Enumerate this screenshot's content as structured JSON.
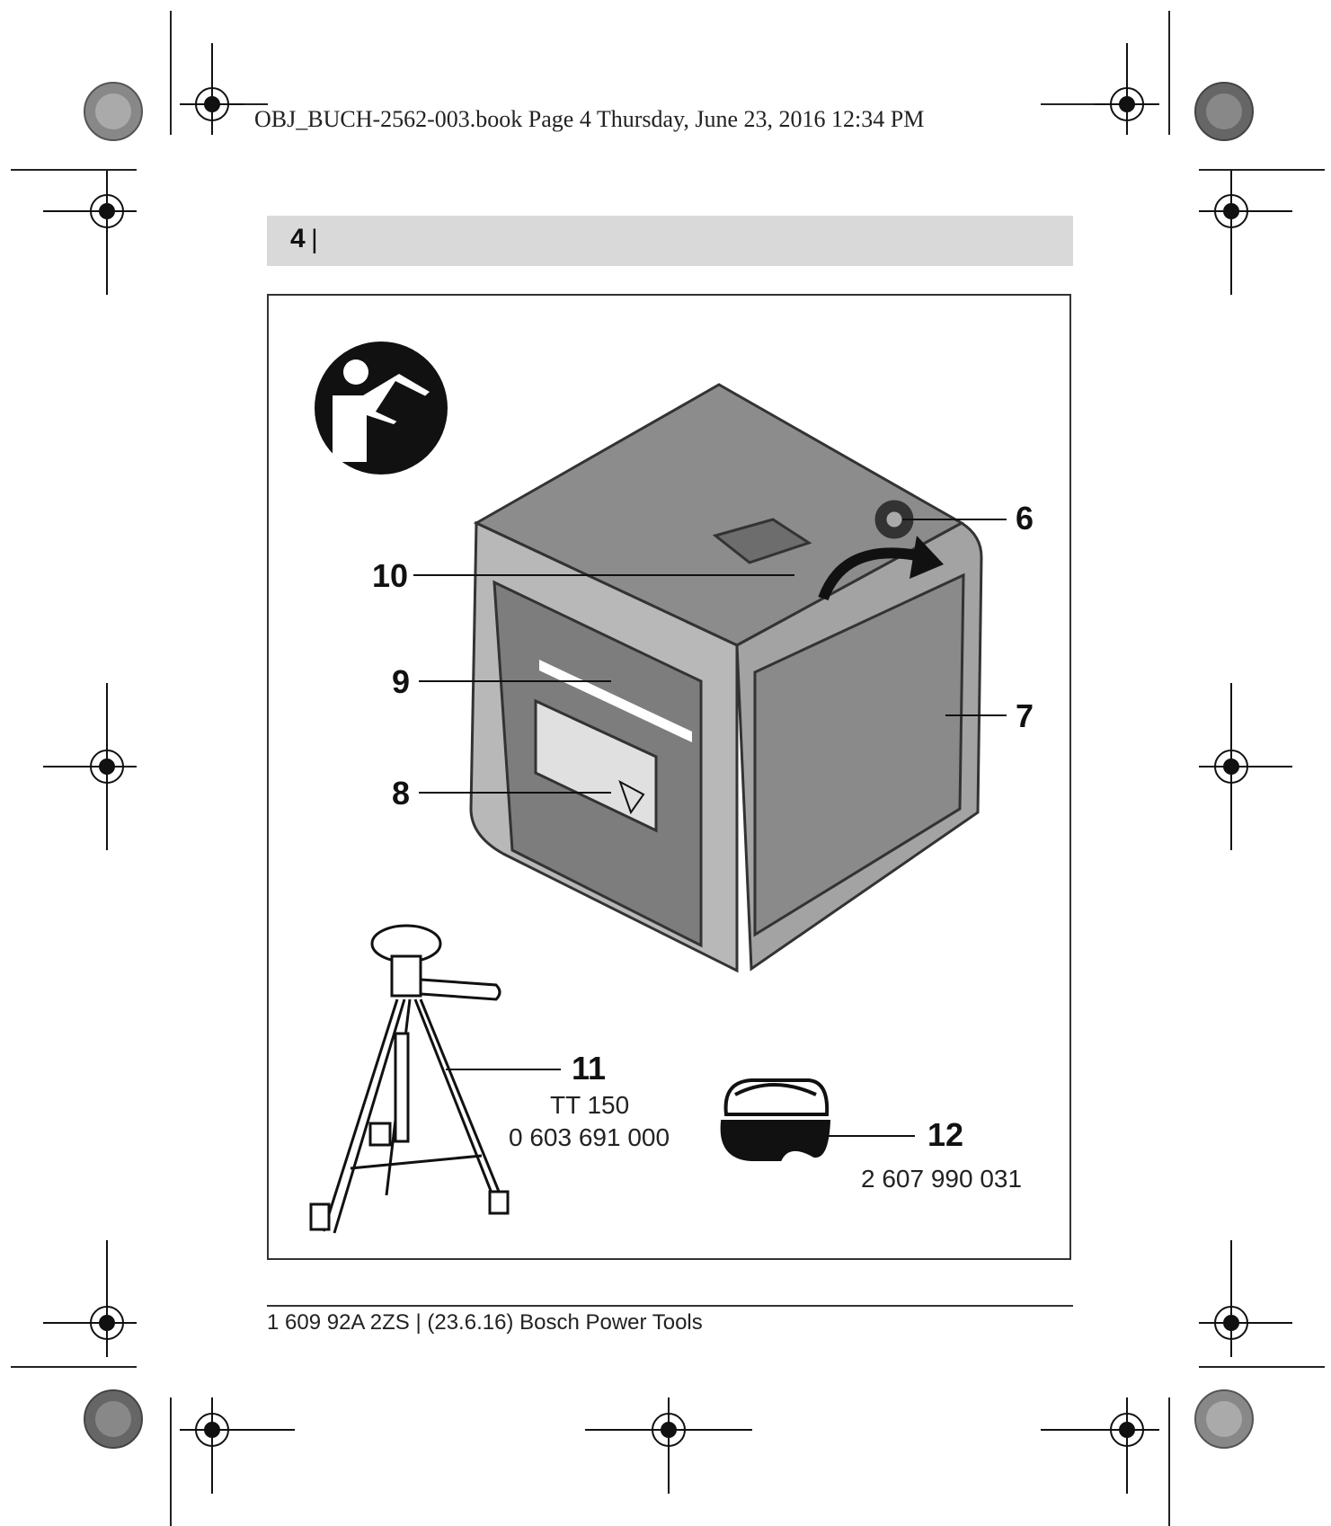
{
  "slug_line": "OBJ_BUCH-2562-003.book  Page 4  Thursday, June 23, 2016  12:34 PM",
  "header": {
    "page_number": "4",
    "separator": "|"
  },
  "figure": {
    "callouts": {
      "c6": "6",
      "c7": "7",
      "c8": "8",
      "c9": "9",
      "c10": "10"
    },
    "accessories": {
      "tripod": {
        "number": "11",
        "model": "TT 150",
        "part_number": "0 603 691 000"
      },
      "glasses": {
        "number": "12",
        "part_number": "2 607 990 031"
      }
    },
    "icons": [
      "read-manual-icon",
      "laser-level-illustration",
      "tripod-illustration",
      "laser-glasses-illustration",
      "crop-registration-marks"
    ]
  },
  "footer": {
    "text": "1 609 92A 2ZS | (23.6.16) Bosch Power Tools"
  }
}
